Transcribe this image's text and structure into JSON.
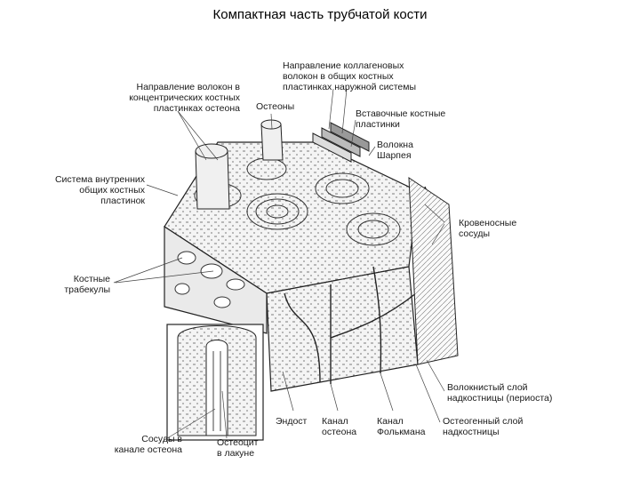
{
  "title": "Компактная часть трубчатой кости",
  "labels": {
    "fiber_direction_osteon": "Направление волокон в\nконцентрических костных\nпластинках остеона",
    "collagen_direction": "Направление коллагеновых\nволокон в общих костных\nпластинках наружной системы",
    "osteons": "Остеоны",
    "interstitial_lamellae": "Вставочные костные\nпластинки",
    "sharpey_fibers": "Волокна\nШарпея",
    "inner_system": "Система внутренних\nобщих костных\nпластинок",
    "blood_vessels": "Кровеносные\nсосуды",
    "trabeculae": "Костные\nтрабекулы",
    "fibrous_layer": "Волокнистый слой\nнадкостницы (периоста)",
    "osteogenic_layer": "Остеогенный слой\nнадкостницы",
    "endosteum": "Эндост",
    "osteon_canal": "Канал\nостеона",
    "volkmann_canal": "Канал\nФолькмана",
    "vessels_in_canal": "Сосуды в\nканале остеона",
    "osteocyte": "Остеоцит\nв лакуне"
  }
}
